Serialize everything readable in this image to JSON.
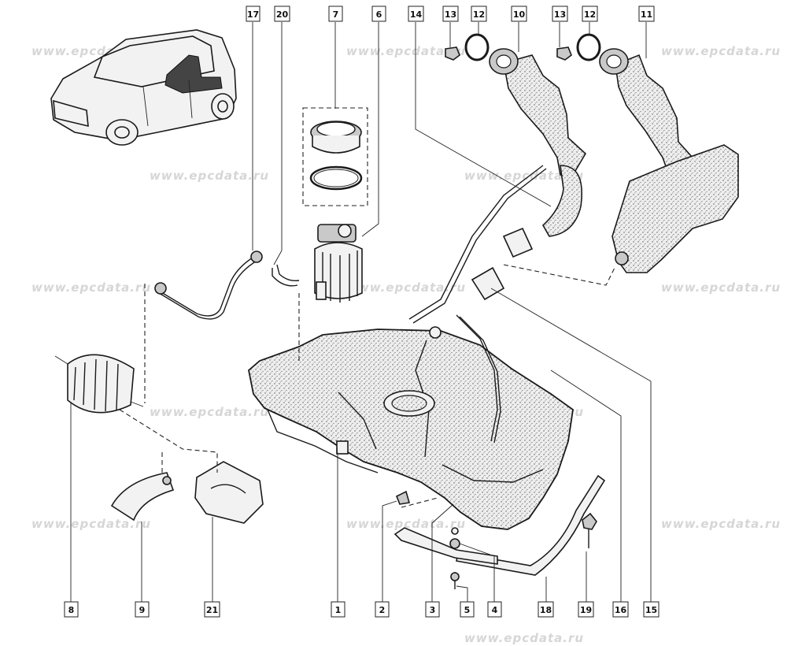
{
  "watermark": "www.epcdata.ru",
  "colors": {
    "line": "#1a1a1a",
    "shade": "#c9c9c9",
    "watermark": "#d6d6d6"
  },
  "callouts_top": [
    "17",
    "20",
    "7",
    "6",
    "14",
    "13",
    "12",
    "10",
    "13",
    "12",
    "11"
  ],
  "callouts_bottom": [
    "8",
    "9",
    "21",
    "1",
    "2",
    "3",
    "5",
    "4",
    "18",
    "19",
    "16",
    "15"
  ]
}
